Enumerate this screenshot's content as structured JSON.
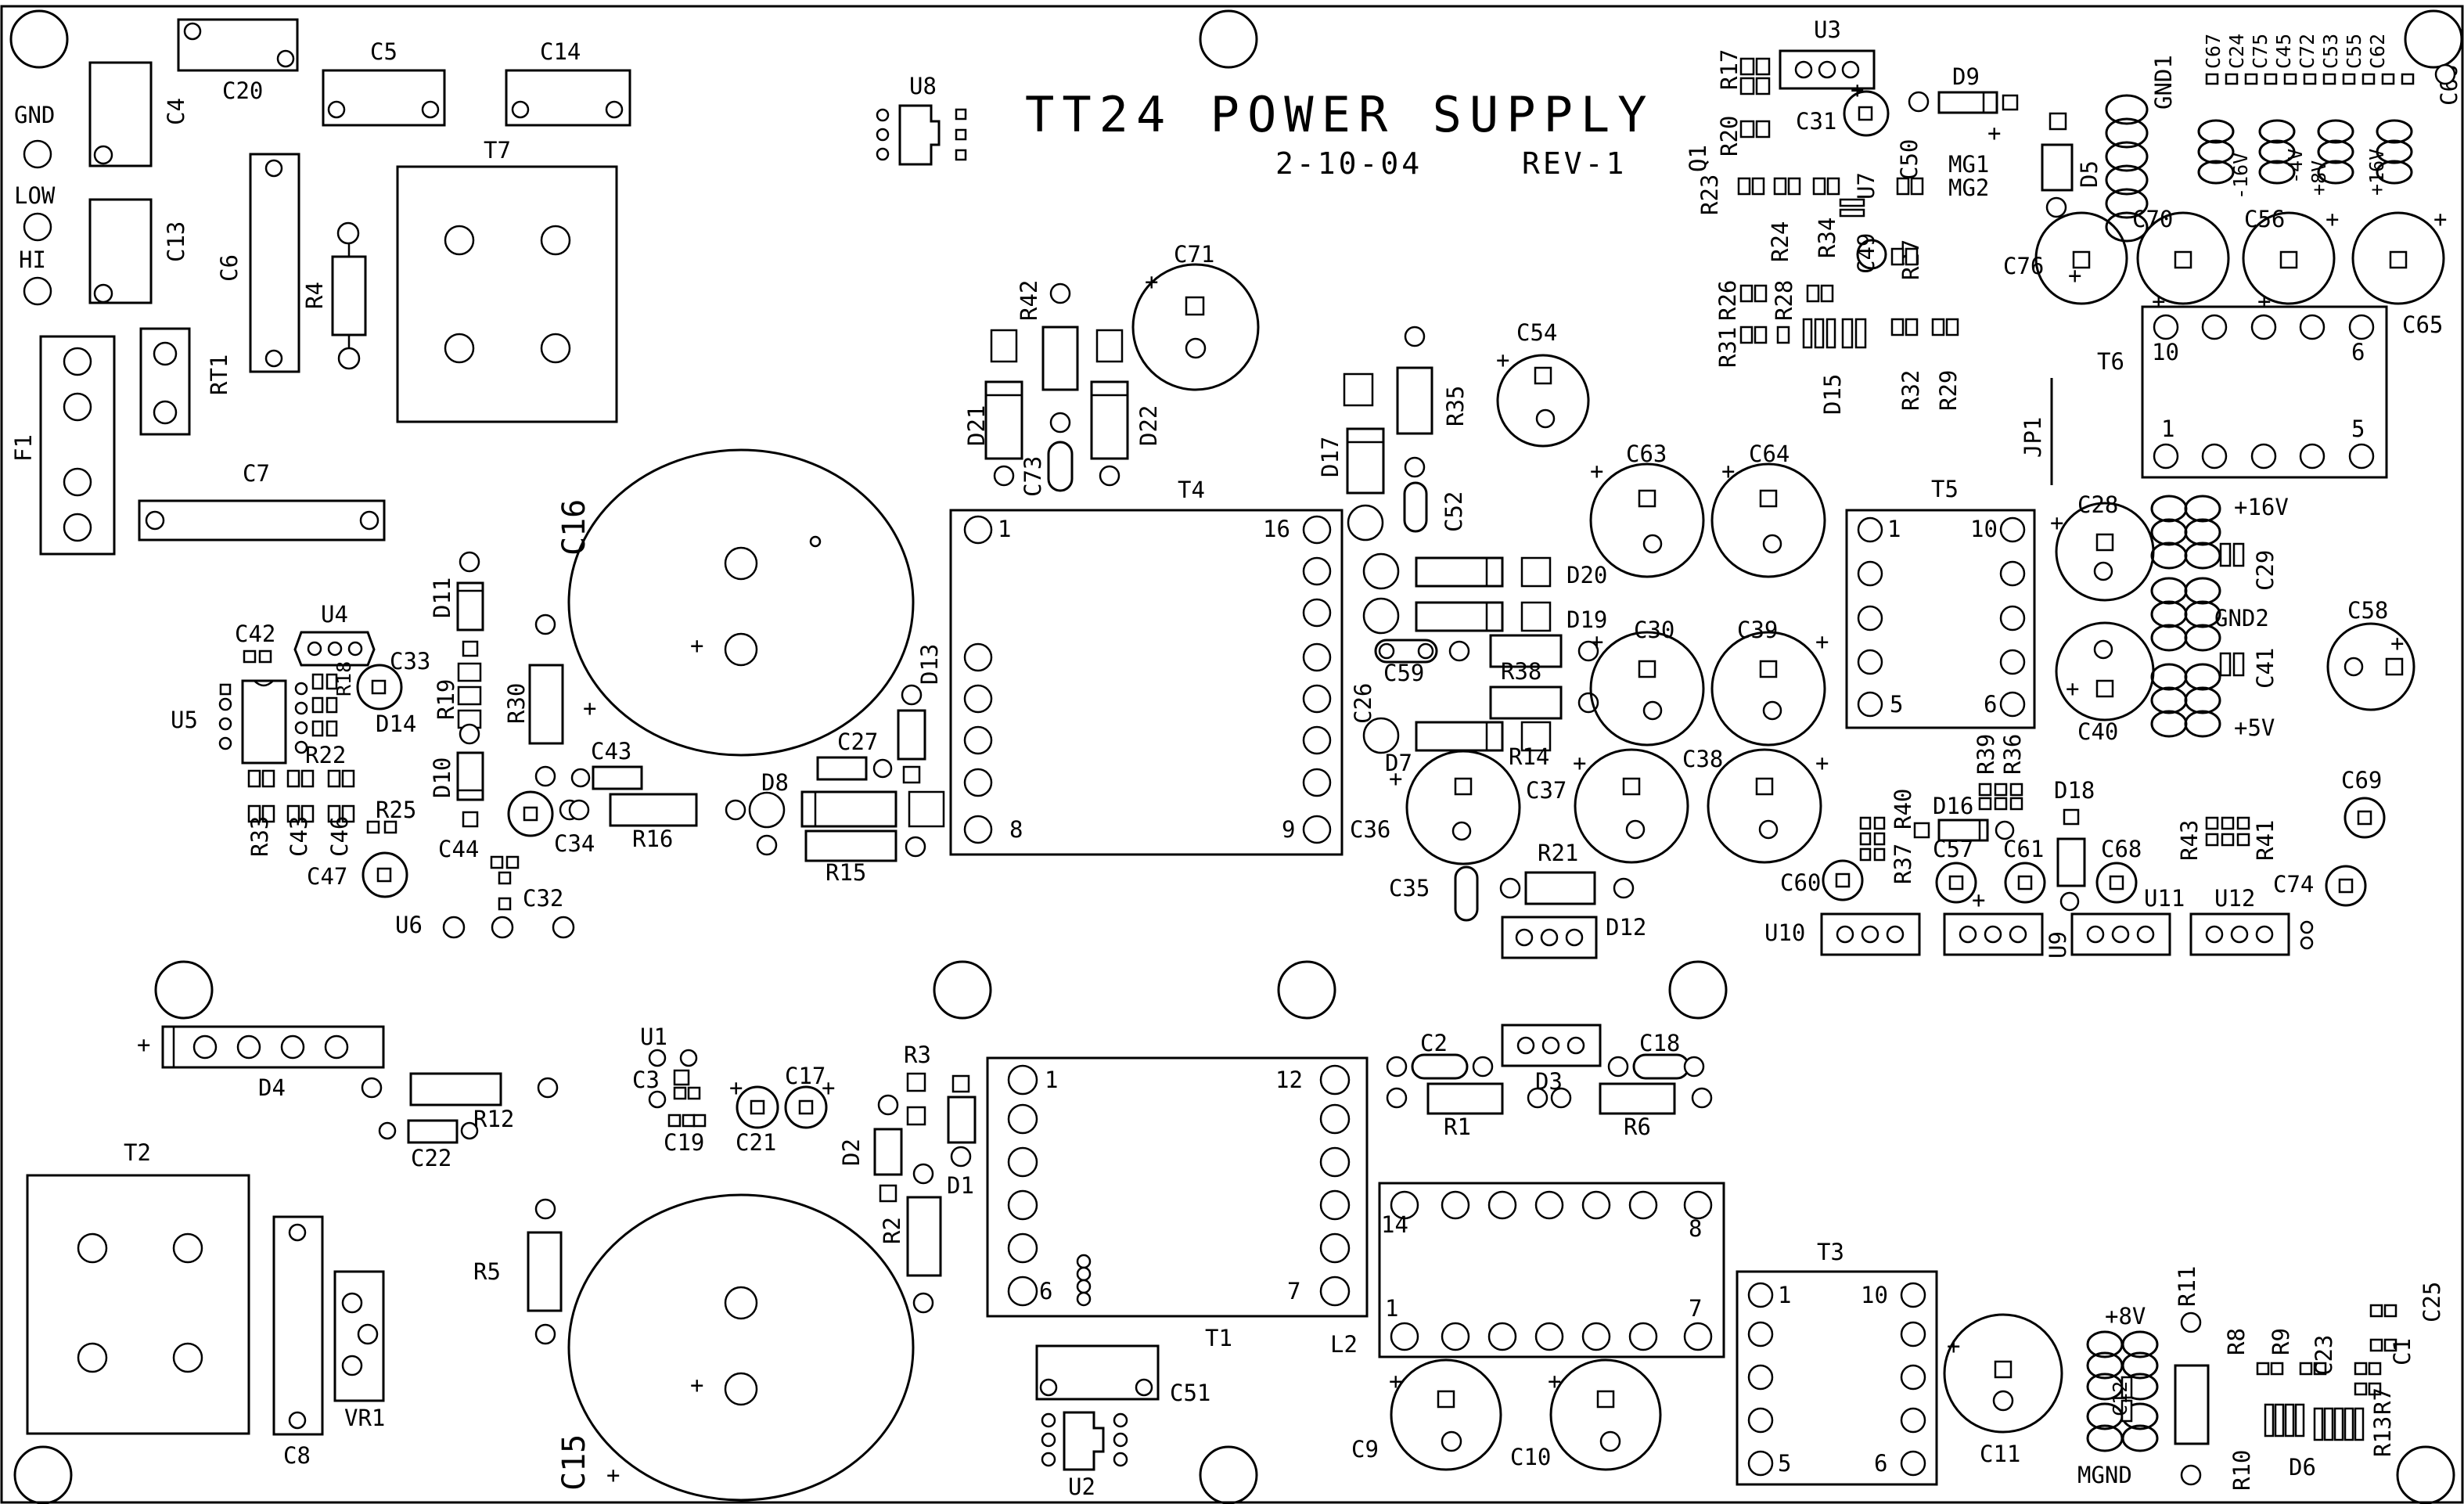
{
  "board": {
    "title": "TT24 POWER SUPPLY",
    "date": "2-10-04",
    "revision": "REV-1"
  },
  "labels": {
    "gnd": "GND",
    "low": "LOW",
    "hi": "HI",
    "p16v": "+16V",
    "gnd2": "GND2",
    "p5v": "+5V",
    "p8v": "+8V",
    "mgnd": "MGND",
    "m16v": "-16V",
    "p8v_top": "+8V",
    "m4v": "-4V",
    "p16v_top": "+16V",
    "mg1": "MG1",
    "mg2": "MG2",
    "gnd1": "GND1",
    "jp1": "JP1"
  },
  "components": {
    "F1": "F1",
    "RT1": "RT1",
    "C4": "C4",
    "C13": "C13",
    "C20": "C20",
    "C5": "C5",
    "C14": "C14",
    "C6": "C6",
    "R4": "R4",
    "T7": "T7",
    "C7": "C7",
    "C16": "C16",
    "U8": "U8",
    "C71": "C71",
    "R42": "R42",
    "D21": "D21",
    "D22": "D22",
    "C73": "C73",
    "T4": "T4",
    "D17": "D17",
    "R35": "R35",
    "C52": "C52",
    "C54": "C54",
    "U3": "U3",
    "R17": "R17",
    "R20": "R20",
    "Q1": "Q1",
    "R23": "R23",
    "R24": "R24",
    "R34": "R34",
    "U7": "U7",
    "C49": "C49",
    "C50": "C50",
    "C31": "C31",
    "D9": "D9",
    "R27": "R27",
    "R26": "R26",
    "R28": "R28",
    "R31": "R31",
    "D15": "D15",
    "R32": "R32",
    "R29": "R29",
    "D5": "D5",
    "C67": "C67",
    "C24": "C24",
    "C75": "C75",
    "C45": "C45",
    "C72": "C72",
    "C53": "C53",
    "C55": "C55",
    "C62": "C62",
    "C66": "C66",
    "C76": "C76",
    "C70": "C70",
    "C56": "C56",
    "C65": "C65",
    "T6": "T6",
    "C63": "C63",
    "C64": "C64",
    "T5": "T5",
    "C28": "C28",
    "C29": "C29",
    "C41": "C41",
    "C40": "C40",
    "C58": "C58",
    "D20": "D20",
    "D19": "D19",
    "C59": "C59",
    "R38": "R38",
    "C26": "C26",
    "R14": "R14",
    "D7": "D7",
    "C30": "C30",
    "C39": "C39",
    "C36": "C36",
    "C37": "C37",
    "C38": "C38",
    "C35": "C35",
    "R21": "R21",
    "D12": "D12",
    "U4": "U4",
    "C42": "C42",
    "U5": "U5",
    "C33": "C33",
    "R18": "R18",
    "D14": "D14",
    "R22": "R22",
    "R33": "R33",
    "C43a": "C43",
    "C46": "C46",
    "R25": "R25",
    "C47": "C47",
    "U6": "U6",
    "D11": "D11",
    "R19": "R19",
    "R30": "R30",
    "D10": "D10",
    "C44": "C44",
    "C34": "C34",
    "C32": "C32",
    "C43": "C43",
    "R16": "R16",
    "D13": "D13",
    "C27": "C27",
    "D8": "D8",
    "R15": "R15",
    "R39": "R39",
    "R36": "R36",
    "R40": "R40",
    "R37": "R37",
    "D16": "D16",
    "D18": "D18",
    "C69": "C69",
    "R43": "R43",
    "R41": "R41",
    "C60": "C60",
    "C57": "C57",
    "C61": "C61",
    "C68": "C68",
    "C74": "C74",
    "U10": "U10",
    "U9": "U9",
    "U11": "U11",
    "U12": "U12",
    "D4": "D4",
    "R12": "R12",
    "C22": "C22",
    "U1": "U1",
    "C3": "C3",
    "C19": "C19",
    "C21": "C21",
    "C17": "C17",
    "R3": "R3",
    "D2": "D2",
    "D1": "D1",
    "R2": "R2",
    "T1": "T1",
    "C51": "C51",
    "U2": "U2",
    "C2": "C2",
    "D3": "D3",
    "C18": "C18",
    "R1": "R1",
    "R6": "R6",
    "L2": "L2",
    "C9": "C9",
    "C10": "C10",
    "T2": "T2",
    "C8": "C8",
    "VR1": "VR1",
    "R5": "R5",
    "C15": "C15",
    "T3": "T3",
    "C11": "C11",
    "C12": "C12",
    "R11": "R11",
    "R8": "R8",
    "R9": "R9",
    "C23": "C23",
    "C1": "C1",
    "C25": "C25",
    "R7": "R7",
    "R13": "R13",
    "R10": "R10",
    "D6": "D6"
  },
  "pins": {
    "t4_1": "1",
    "t4_16": "16",
    "t4_8": "8",
    "t4_9": "9",
    "t5_1": "1",
    "t5_10": "10",
    "t5_5": "5",
    "t5_6": "6",
    "t6_10": "10",
    "t6_6": "6",
    "t6_1": "1",
    "t6_5": "5",
    "t1_1": "1",
    "t1_12": "12",
    "t1_6": "6",
    "t1_7": "7",
    "l2_14": "14",
    "l2_8": "8",
    "l2_1": "1",
    "l2_7": "7",
    "t3_1": "1",
    "t3_10": "10",
    "t3_5": "5",
    "t3_6": "6",
    "plus": "+"
  }
}
